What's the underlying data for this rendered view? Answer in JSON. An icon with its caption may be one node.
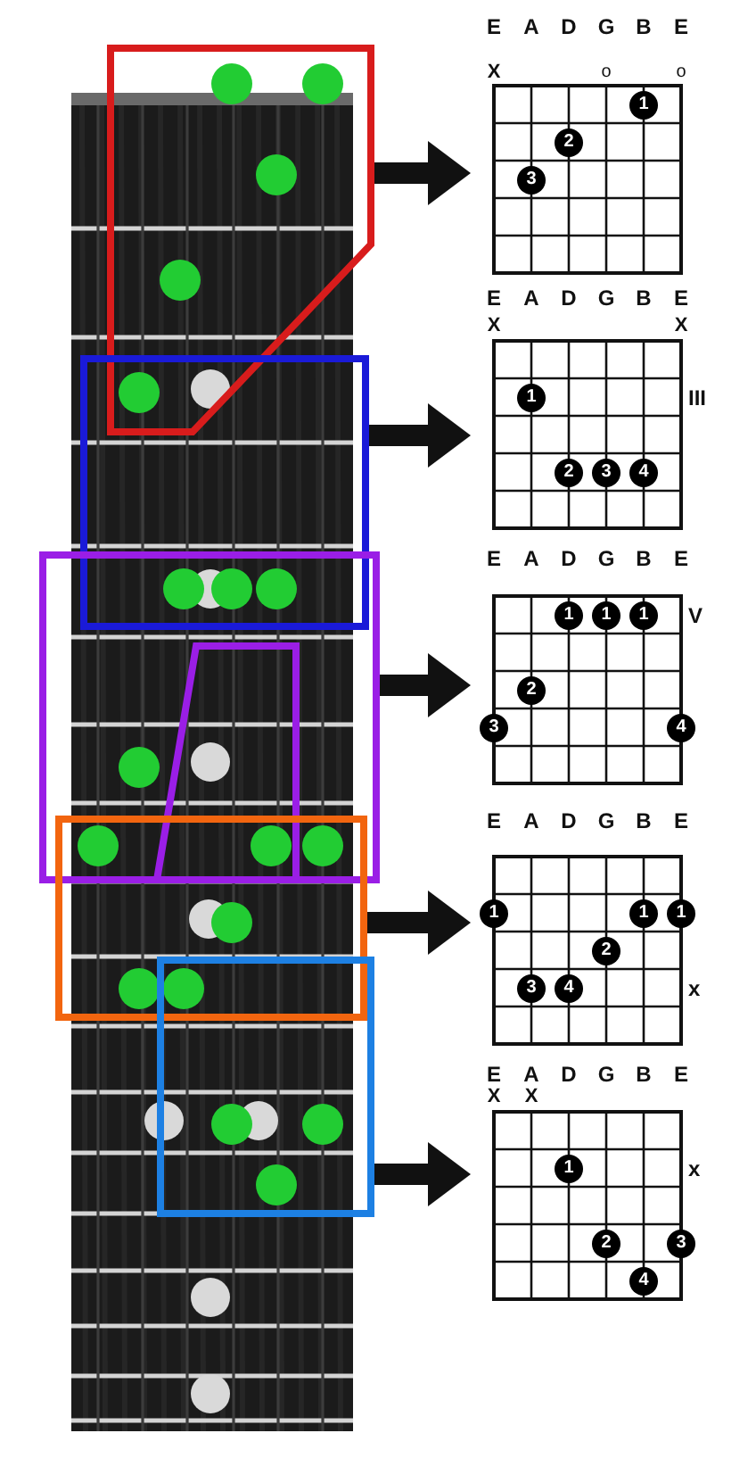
{
  "diagram": {
    "nodes": [
      {
        "text": [],
        "shape": "polygon"
      },
      {
        "text": [
          "E",
          "A",
          "D",
          "G",
          "B",
          "E",
          "X",
          "o",
          "o"
        ]
      },
      {
        "text": [
          "1"
        ],
        "in": 1
      },
      {
        "text": [
          "2"
        ],
        "in": 1
      },
      {
        "text": [
          "3"
        ],
        "in": 1
      },
      {
        "text": [],
        "shape": "box"
      },
      {
        "text": [
          "E",
          "A",
          "D",
          "G",
          "B",
          "E",
          "X",
          "X"
        ],
        "beside": [
          "III"
        ]
      },
      {
        "text": [
          "1"
        ],
        "in": 6
      },
      {
        "text": [
          "2"
        ],
        "in": 6
      },
      {
        "text": [
          "3"
        ],
        "in": 6
      },
      {
        "text": [
          "4"
        ],
        "in": 6
      },
      {
        "text": [],
        "shape": "polygon"
      },
      {
        "text": [
          "E",
          "A",
          "D",
          "G",
          "B",
          "E"
        ],
        "beside": [
          "V"
        ]
      },
      {
        "text": [
          "1"
        ],
        "in": 12
      },
      {
        "text": [
          "1"
        ],
        "in": 12
      },
      {
        "text": [
          "1"
        ],
        "in": 12
      },
      {
        "text": [
          "2"
        ],
        "in": 12
      },
      {
        "text": [
          "3"
        ],
        "in": 12
      },
      {
        "text": [
          "4"
        ],
        "in": 12
      },
      {
        "text": [],
        "shape": "box"
      },
      {
        "text": [
          "E",
          "A",
          "D",
          "G",
          "B",
          "E"
        ],
        "beside": [
          "x"
        ]
      },
      {
        "text": [
          "1"
        ],
        "in": 20
      },
      {
        "text": [
          "1"
        ],
        "in": 20
      },
      {
        "text": [
          "1"
        ],
        "in": 20
      },
      {
        "text": [
          "2"
        ],
        "in": 20
      },
      {
        "text": [
          "3"
        ],
        "in": 20
      },
      {
        "text": [
          "4"
        ],
        "in": 20
      },
      {
        "text": [],
        "shape": "box"
      },
      {
        "text": [
          "E",
          "A",
          "D",
          "G",
          "B",
          "E",
          "X",
          "X"
        ],
        "beside": [
          "x"
        ]
      },
      {
        "text": [
          "1"
        ],
        "in": 28
      },
      {
        "text": [
          "2"
        ],
        "in": 28
      },
      {
        "text": [
          "3"
        ],
        "in": 28
      },
      {
        "text": [
          "4"
        ],
        "in": 28
      }
    ],
    "edges": [
      {
        "from": 0,
        "to": 1,
        "arrow": "to"
      },
      {
        "from": 5,
        "to": 6,
        "arrow": "to"
      },
      {
        "from": 11,
        "to": 12,
        "arrow": "to"
      },
      {
        "from": 19,
        "to": 20,
        "arrow": "to"
      },
      {
        "from": 27,
        "to": 28,
        "arrow": "to"
      }
    ]
  }
}
